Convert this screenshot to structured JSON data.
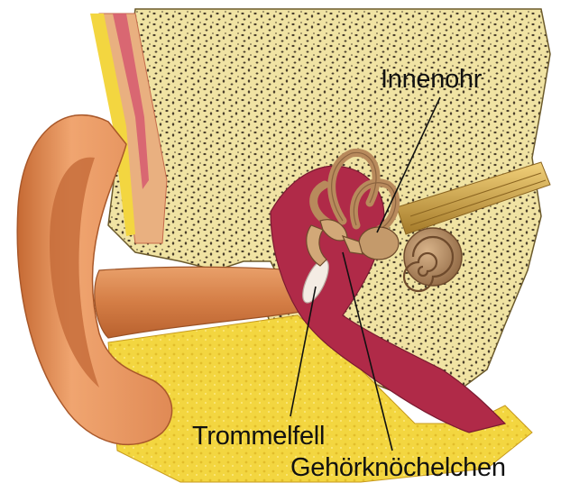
{
  "labels": {
    "inner_ear": "Innenohr",
    "eardrum": "Trommelfell",
    "ossicles": "Gehörknöchelchen"
  },
  "colors": {
    "bone": "#f0e3a3",
    "bone_pores": "#4a3e2c",
    "skin": "#e79a63",
    "skin_dark": "#b8612c",
    "fat": "#f3d640",
    "canal": "#d8844b",
    "middle_ear": "#b02a48",
    "cochlea": "#b88a5c",
    "nerve": "#d4a94e"
  }
}
